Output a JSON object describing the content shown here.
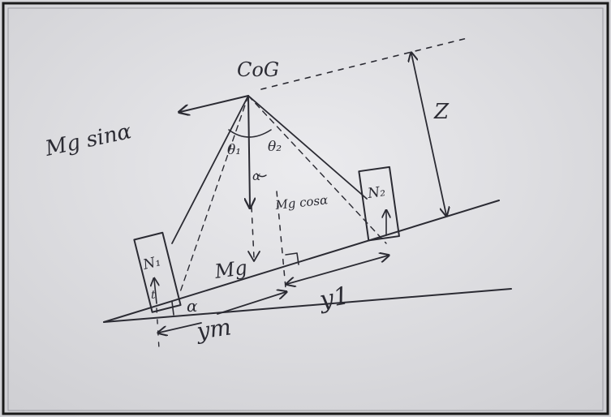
{
  "diagram": {
    "labels": {
      "cog": "CoG",
      "mg_sin": "Mg sinα",
      "theta1": "θ₁",
      "theta2": "θ₂",
      "alpha_top": "α",
      "mg_cos": "Mg cosα",
      "mg": "Mg",
      "n1": "N₁",
      "n2": "N₂",
      "z": "Z",
      "y1": "y1",
      "ym": "ym",
      "alpha_base": "α",
      "t_mark": "t"
    },
    "colors": {
      "paper": "#e4e4e6",
      "ink": "#2b2b33",
      "frame": "#1a1a1a"
    }
  }
}
